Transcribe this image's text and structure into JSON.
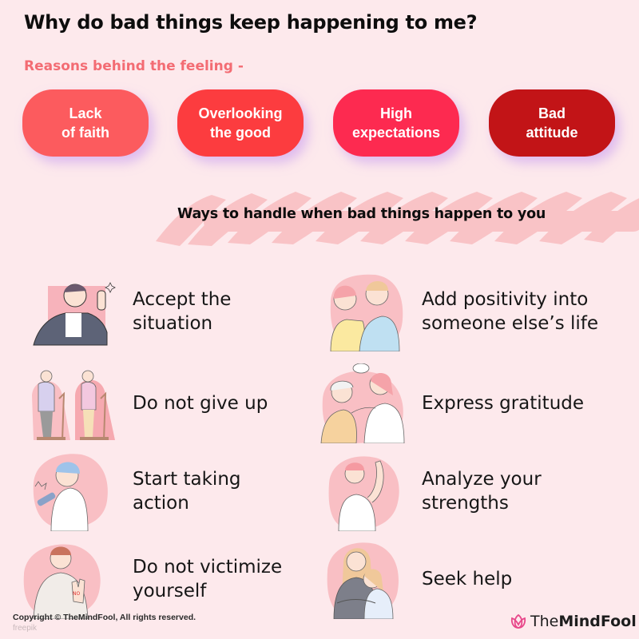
{
  "header": {
    "title": "Why do bad things keep happening to me?",
    "subtitle": "Reasons behind the feeling -"
  },
  "reasons": [
    {
      "line1": "Lack",
      "line2": "of faith",
      "color": "#fc5b5e"
    },
    {
      "line1": "Overlooking",
      "line2": "the good",
      "color": "#fc3c3f"
    },
    {
      "line1": "High",
      "line2": "expectations",
      "color": "#fd2a50"
    },
    {
      "line1": "Bad",
      "line2": "attitude",
      "color": "#c21417"
    }
  ],
  "ways": {
    "title": "Ways to handle when bad things happen to you",
    "items": [
      {
        "label": "Accept the\nsituation",
        "icon": "thumbs-up-man-illustration"
      },
      {
        "label": "Add positivity into\nsomeone else’s life",
        "icon": "couple-hug-illustration"
      },
      {
        "label": "Do not give up",
        "icon": "treadmill-women-illustration"
      },
      {
        "label": "Express gratitude",
        "icon": "volunteer-elder-illustration"
      },
      {
        "label": "Start taking\naction",
        "icon": "dumbbell-man-illustration"
      },
      {
        "label": "Analyze your\nstrengths",
        "icon": "flex-arm-illustration"
      },
      {
        "label": "Do not victimize\nyourself",
        "icon": "stop-hand-man-illustration"
      },
      {
        "label": "Seek help",
        "icon": "mother-child-hug-illustration"
      }
    ]
  },
  "footer": {
    "copyright": "Copyright © TheMindFool, All rights reserved.",
    "credit": "freepik",
    "brand_prefix": "The",
    "brand_suffix": "MindFool",
    "brand_color": "#e8478a"
  }
}
